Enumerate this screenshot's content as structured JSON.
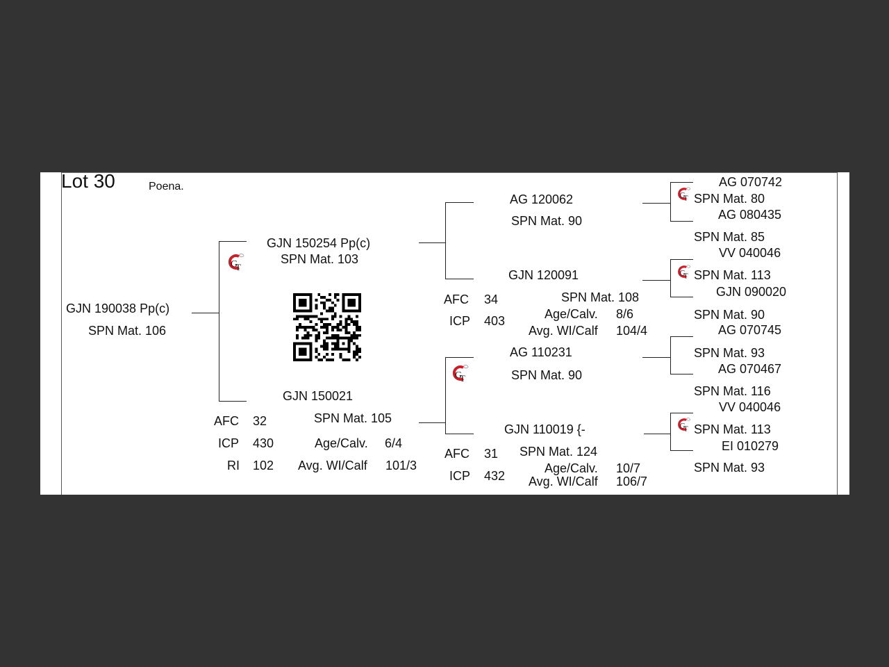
{
  "lot": {
    "title": "Lot 30",
    "name": "Poena."
  },
  "animal": {
    "id": "GJN 190038   Pp(c)",
    "spn": "SPN Mat. 106"
  },
  "sire": {
    "id": "GJN 150254   Pp(c)",
    "spn": "SPN Mat. 103",
    "sire": {
      "id": "AG  120062",
      "spn": "SPN Mat. 90",
      "sire": {
        "id": "AG  070742",
        "spn": "SPN Mat. 80"
      },
      "dam": {
        "id": "AG  080435",
        "spn": "SPN Mat. 85"
      }
    },
    "dam": {
      "id": "GJN 120091",
      "spn": "SPN Mat. 108",
      "afc_label": "AFC",
      "afc": "34",
      "icp_label": "ICP",
      "icp": "403",
      "agecalv_label": "Age/Calv.",
      "agecalv": "8/6",
      "wi_label": "Avg. WI/Calf",
      "wi": "104/4",
      "sire": {
        "id": "VV  040046",
        "spn": "SPN Mat. 113"
      },
      "dam": {
        "id": "GJN 090020",
        "spn": "SPN Mat. 90"
      }
    }
  },
  "dam": {
    "id": "GJN 150021",
    "spn": "SPN Mat. 105",
    "afc_label": "AFC",
    "afc": "32",
    "icp_label": "ICP",
    "icp": "430",
    "ri_label": "RI",
    "ri": "102",
    "agecalv_label": "Age/Calv.",
    "agecalv": "6/4",
    "wi_label": "Avg. WI/Calf",
    "wi": "101/3",
    "sire": {
      "id": "AG  110231",
      "spn": "SPN Mat. 90",
      "sire": {
        "id": "AG  070745",
        "spn": "SPN Mat. 93"
      },
      "dam": {
        "id": "AG  070467",
        "spn": "SPN Mat. 116"
      }
    },
    "dam": {
      "id": "GJN 110019   {-",
      "spn": "SPN Mat. 124",
      "afc_label": "AFC",
      "afc": "31",
      "icp_label": "ICP",
      "icp": "432",
      "agecalv_label": "Age/Calv.",
      "agecalv": "10/7",
      "wi_label": "Avg. WI/Calf",
      "wi": "106/7",
      "sire": {
        "id": "VV  040046",
        "spn": "SPN Mat. 113"
      },
      "dam": {
        "id": "EI  010279",
        "spn": "SPN Mat. 93"
      }
    }
  },
  "colors": {
    "logo_red": "#c8202a",
    "background": "#333333",
    "sheet": "#ffffff"
  },
  "icons": {
    "breeder_logo": "gt-logo-icon",
    "qr": "qr-code-icon"
  }
}
